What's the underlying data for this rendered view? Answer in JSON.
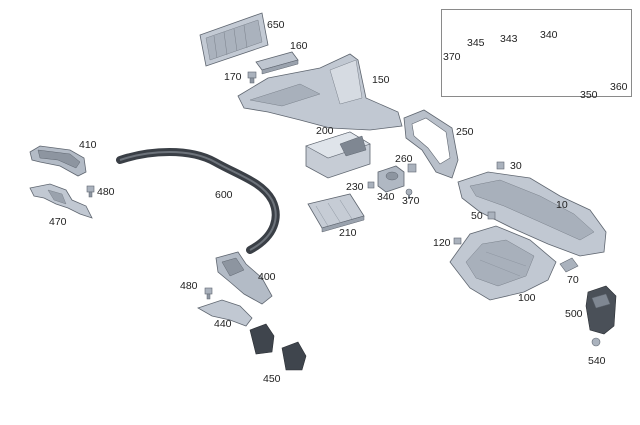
{
  "palette": {
    "part_fill": "#b8c0cc",
    "part_dark": "#5f6670",
    "part_light": "#dfe4ea",
    "hose": "#3a3f46",
    "text": "#222222",
    "inset_border": "#8a8a8a"
  },
  "labels": {
    "p650": "650",
    "p160": "160",
    "p170": "170",
    "p150": "150",
    "p410": "410",
    "p480a": "480",
    "p470": "470",
    "p600": "600",
    "p200": "200",
    "p230": "230",
    "p340a": "340",
    "p370a": "370",
    "p260": "260",
    "p250": "250",
    "p210": "210",
    "p30": "30",
    "p10": "10",
    "p50": "50",
    "p120": "120",
    "p100": "100",
    "p70": "70",
    "p480b": "480",
    "p400": "400",
    "p440": "440",
    "p450": "450",
    "p500": "500",
    "p540": "540",
    "p370b": "370",
    "p345": "345",
    "p343": "343",
    "p340b": "340",
    "p350": "350",
    "p360": "360"
  }
}
